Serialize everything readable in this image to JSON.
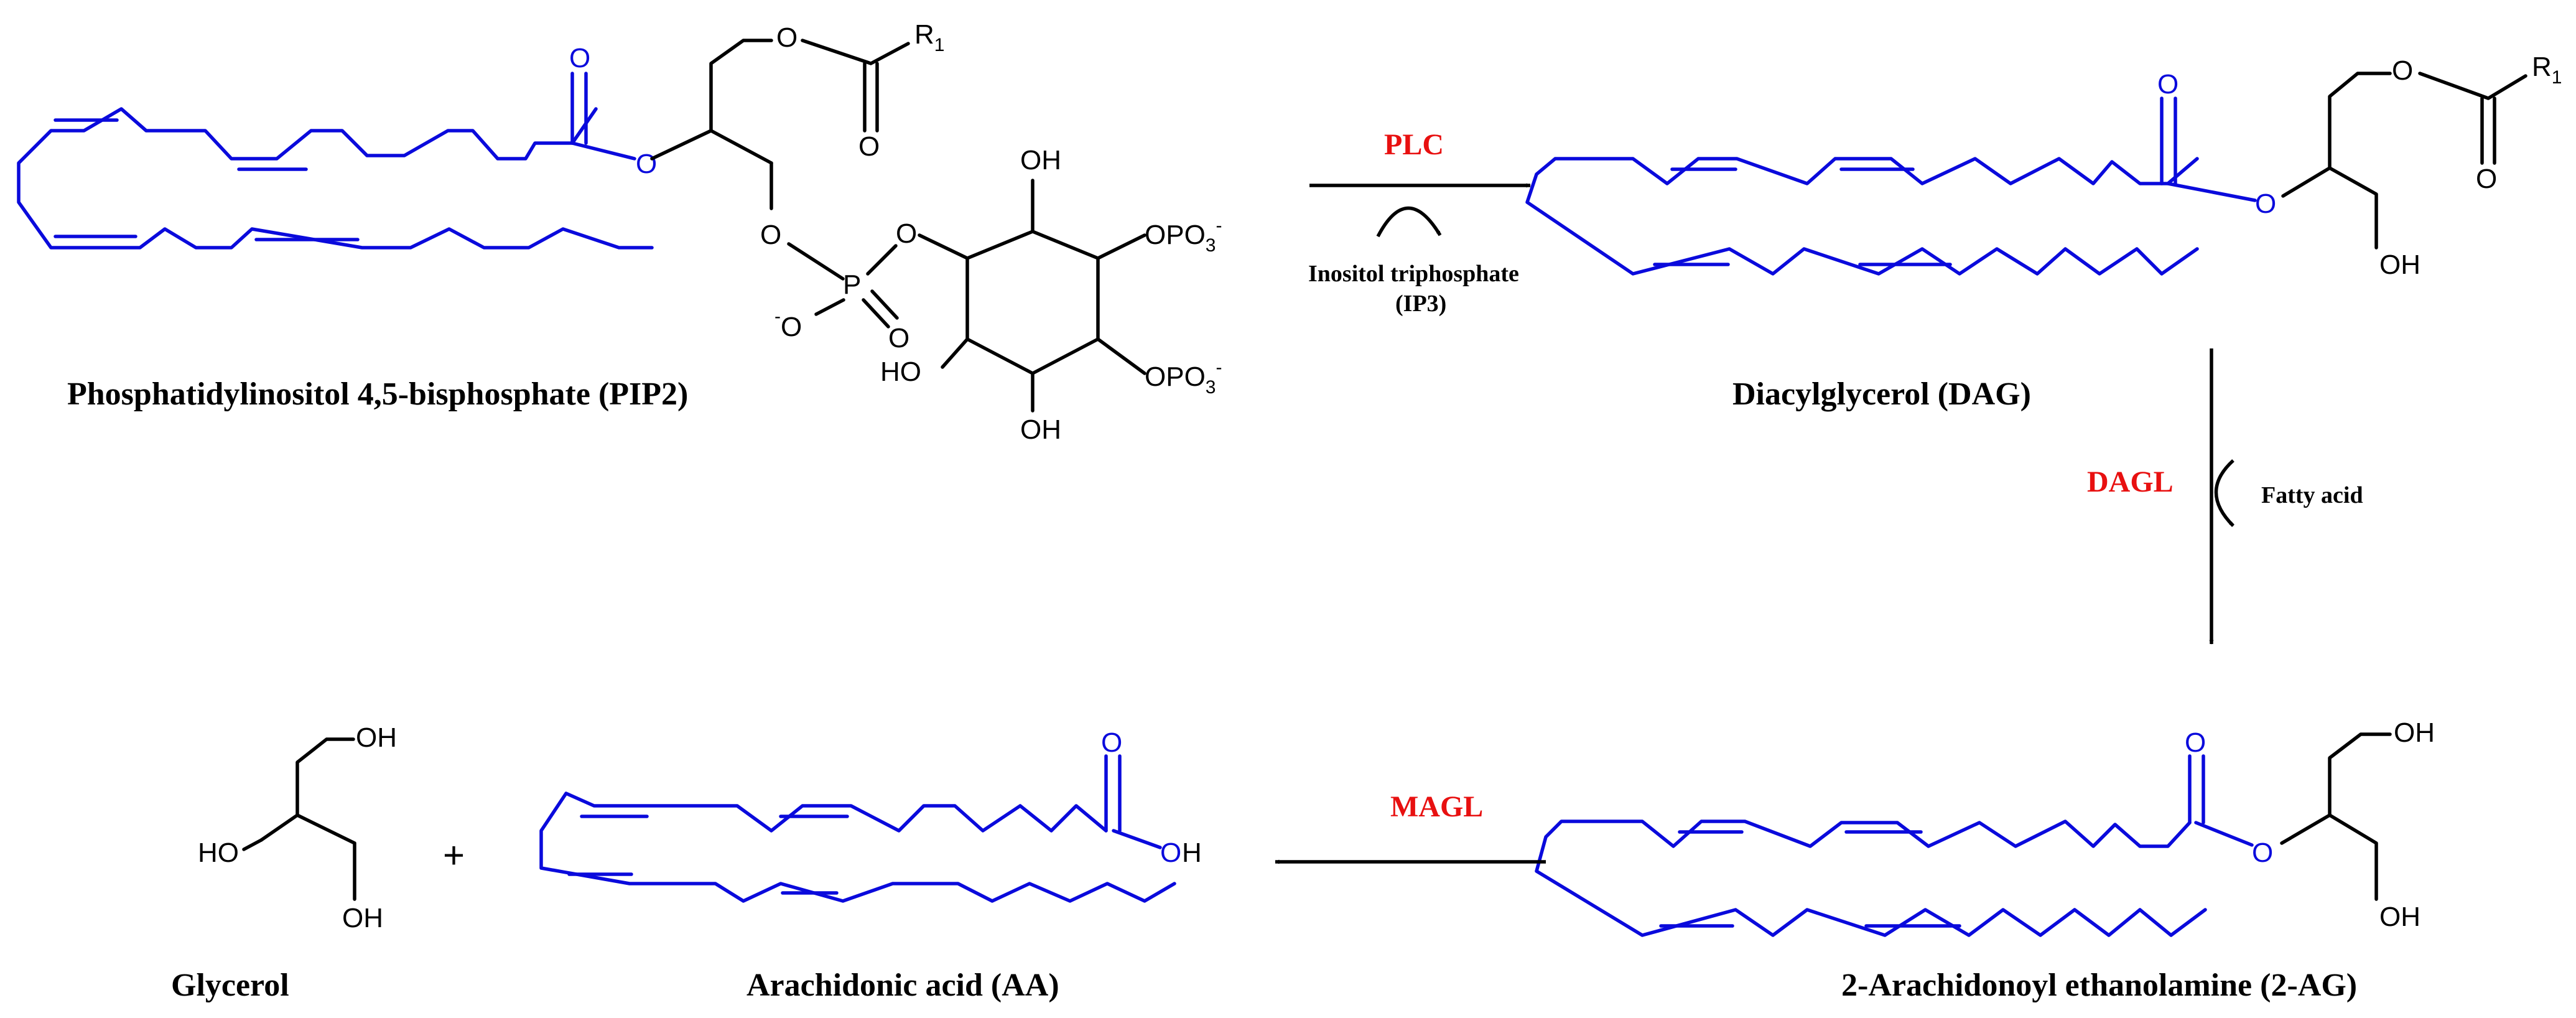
{
  "compounds": {
    "pip2": "Phosphatidylinositol 4,5-bisphosphate (PIP2)",
    "dag": "Diacylglycerol (DAG)",
    "two_ag": "2-Arachidonoyl ethanolamine (2-AG)",
    "aa": "Arachidonic acid (AA)",
    "glycerol": "Glycerol"
  },
  "enzymes": {
    "plc": "PLC",
    "dagl": "DAGL",
    "magl": "MAGL"
  },
  "side_products": {
    "ip3_line1": "Inositol triphosphate",
    "ip3_line2": "(IP3)",
    "fatty_acid": "Fatty acid"
  },
  "atoms": {
    "O": "O",
    "OH": "OH",
    "HO": "HO",
    "P": "P",
    "R": "R",
    "R_sub": "1",
    "OPO": "OPO",
    "PO3_sub": "3",
    "charge": "-"
  },
  "plus_sign": "+",
  "colors": {
    "lipid_chain": "#0a0adc",
    "enzyme": "#e81010",
    "structure": "#000000"
  }
}
